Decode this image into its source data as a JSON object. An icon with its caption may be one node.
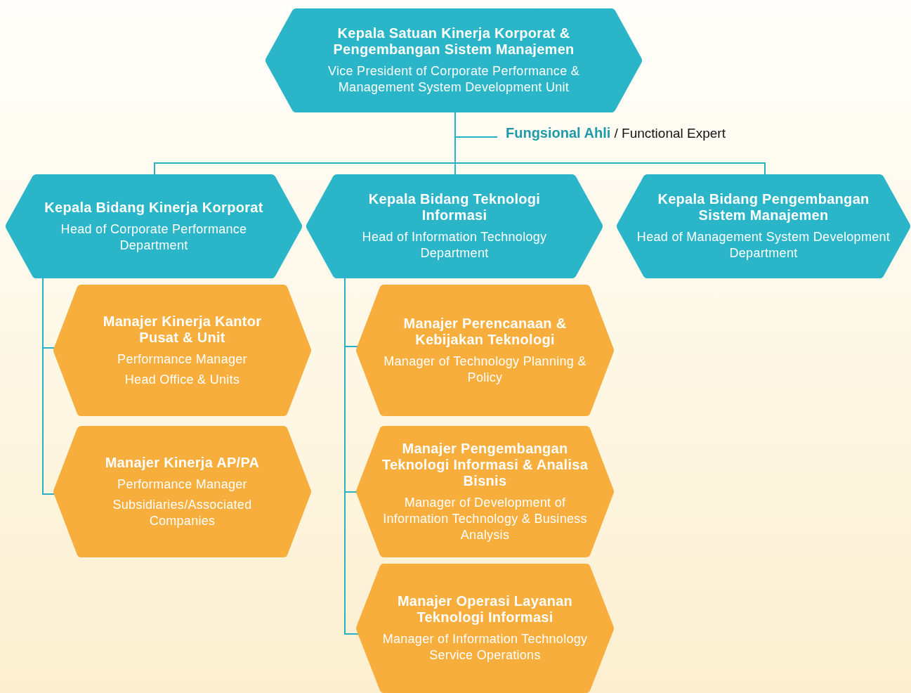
{
  "diagram": {
    "nodes": [
      {
        "text": [
          "Kepala Satuan Kinerja Korporat & Pengembangan Sistem Manajemen",
          "Vice President of Corporate Performance & Management System Development Unit"
        ]
      },
      {
        "text": [
          "**Fungsional Ahli** / Functional Expert"
        ]
      },
      {
        "text": [
          "Kepala Bidang Kinerja Korporat",
          "Head of Corporate Performance Department"
        ]
      },
      {
        "text": [
          "Kepala Bidang Teknologi Informasi",
          "Head of Information Technology Department"
        ]
      },
      {
        "text": [
          "Kepala Bidang Pengembangan Sistem Manajemen",
          "Head of Management System Development Department"
        ]
      },
      {
        "text": [
          "Manajer Kinerja Kantor Pusat & Unit",
          "Performance Manager",
          "Head Office & Units"
        ]
      },
      {
        "text": [
          "Manajer Kinerja AP/PA",
          "Performance Manager",
          "Subsidiaries/Associated Companies"
        ]
      },
      {
        "text": [
          "Manajer Perencanaan & Kebijakan Teknologi",
          "Manager of Technology Planning & Policy"
        ]
      },
      {
        "text": [
          "Manajer Pengembangan Teknologi Informasi & Analisa Bisnis",
          "Manager of Development of Information Technology & Business Analysis"
        ]
      },
      {
        "text": [
          "Manajer Operasi Layanan Teknologi Informasi",
          "Manager of Information Technology Service Operations"
        ]
      }
    ],
    "edges": [
      {
        "from": 0,
        "to": 1,
        "arrow": "none"
      },
      {
        "from": 0,
        "to": 2,
        "arrow": "none"
      },
      {
        "from": 0,
        "to": 3,
        "arrow": "none"
      },
      {
        "from": 0,
        "to": 4,
        "arrow": "none"
      },
      {
        "from": 2,
        "to": 5,
        "arrow": "none"
      },
      {
        "from": 2,
        "to": 6,
        "arrow": "none"
      },
      {
        "from": 3,
        "to": 7,
        "arrow": "none"
      },
      {
        "from": 3,
        "to": 8,
        "arrow": "none"
      },
      {
        "from": 3,
        "to": 9,
        "arrow": "none"
      }
    ]
  }
}
